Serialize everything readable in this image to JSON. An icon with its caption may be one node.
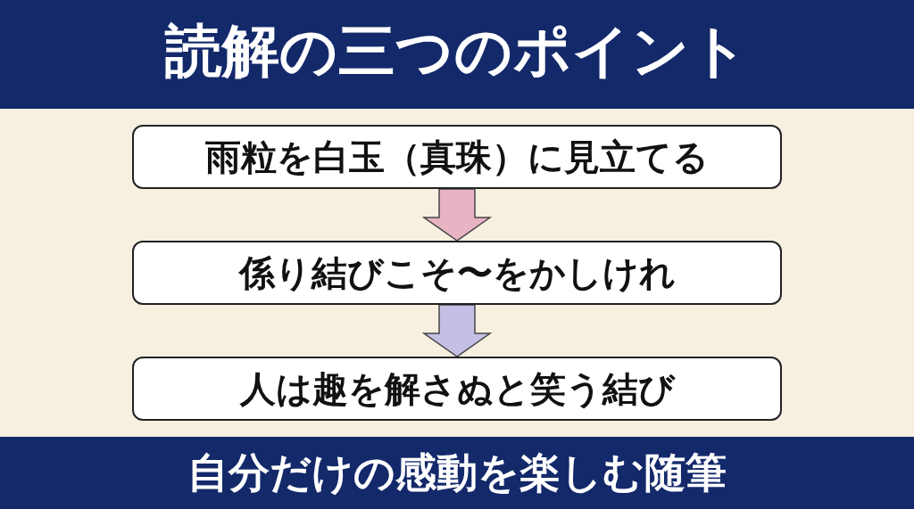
{
  "diagram": {
    "title": "読解の三つのポイント",
    "caption": "自分だけの感動を楽しむ随筆",
    "nodes": [
      {
        "text": [
          "雨粒を白玉（真珠）に見立てる"
        ]
      },
      {
        "text": [
          "係り結びこそ〜をかしけれ"
        ]
      },
      {
        "text": [
          "人は趣を解さぬと笑う結び"
        ]
      }
    ],
    "edges": [
      {
        "from": 0,
        "to": 1,
        "arrow": "to",
        "color": "#e8b4c4"
      },
      {
        "from": 1,
        "to": 2,
        "arrow": "to",
        "color": "#c4bfe4"
      }
    ]
  }
}
